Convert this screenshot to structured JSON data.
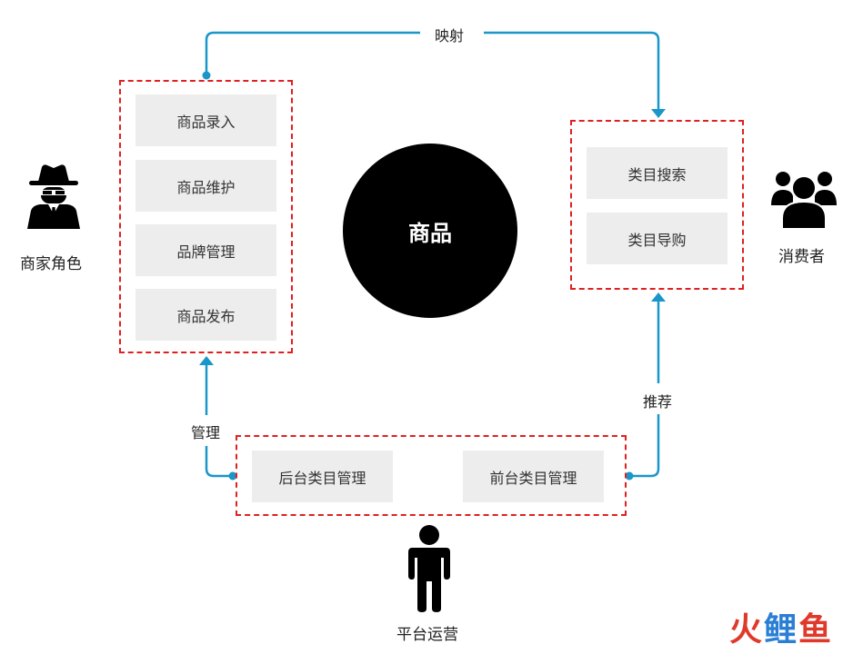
{
  "center": {
    "label": "商品"
  },
  "merchant": {
    "role": "商家角色",
    "items": [
      "商品录入",
      "商品维护",
      "品牌管理",
      "商品发布"
    ]
  },
  "consumer": {
    "role": "消费者",
    "items": [
      "类目搜索",
      "类目导购"
    ]
  },
  "platform": {
    "role": "平台运营",
    "items": [
      "后台类目管理",
      "前台类目管理"
    ]
  },
  "edges": {
    "mapping": "映射",
    "manage": "管理",
    "recommend": "推荐"
  },
  "watermark": {
    "text": [
      "火",
      "鲤",
      "鱼"
    ],
    "colors": [
      "#e0392b",
      "#2a7fd4",
      "#e0392b"
    ]
  },
  "colors": {
    "line": "#1a96c8",
    "dashed_border": "#e02020",
    "box_fill": "#ededed"
  }
}
